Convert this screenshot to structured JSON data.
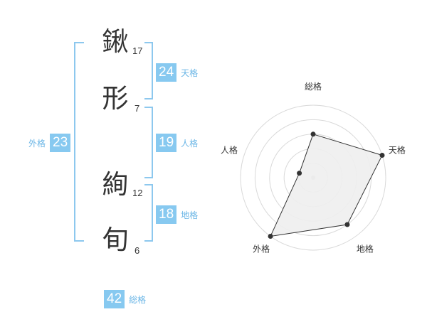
{
  "characters": [
    {
      "kanji": "鍬",
      "strokes": "17"
    },
    {
      "kanji": "形",
      "strokes": "7"
    },
    {
      "kanji": "絢",
      "strokes": "12"
    },
    {
      "kanji": "旬",
      "strokes": "6"
    }
  ],
  "scores": {
    "tenkaku": {
      "value": "24",
      "label": "天格"
    },
    "jinkaku": {
      "value": "19",
      "label": "人格"
    },
    "chikaku": {
      "value": "18",
      "label": "地格"
    },
    "gaikaku": {
      "value": "23",
      "label": "外格"
    },
    "soukaku": {
      "value": "42",
      "label": "総格"
    }
  },
  "colors": {
    "accent": "#87c9f0",
    "bracket": "#8dc8ee",
    "label": "#6bb6e6",
    "text": "#333333",
    "radar_fill": "#eeeeee"
  },
  "chart_data": {
    "type": "radar",
    "axes": [
      "総格",
      "天格",
      "地格",
      "外格",
      "人格"
    ],
    "rings": 5,
    "max": 5,
    "values": [
      3,
      5,
      4,
      5,
      1
    ]
  }
}
